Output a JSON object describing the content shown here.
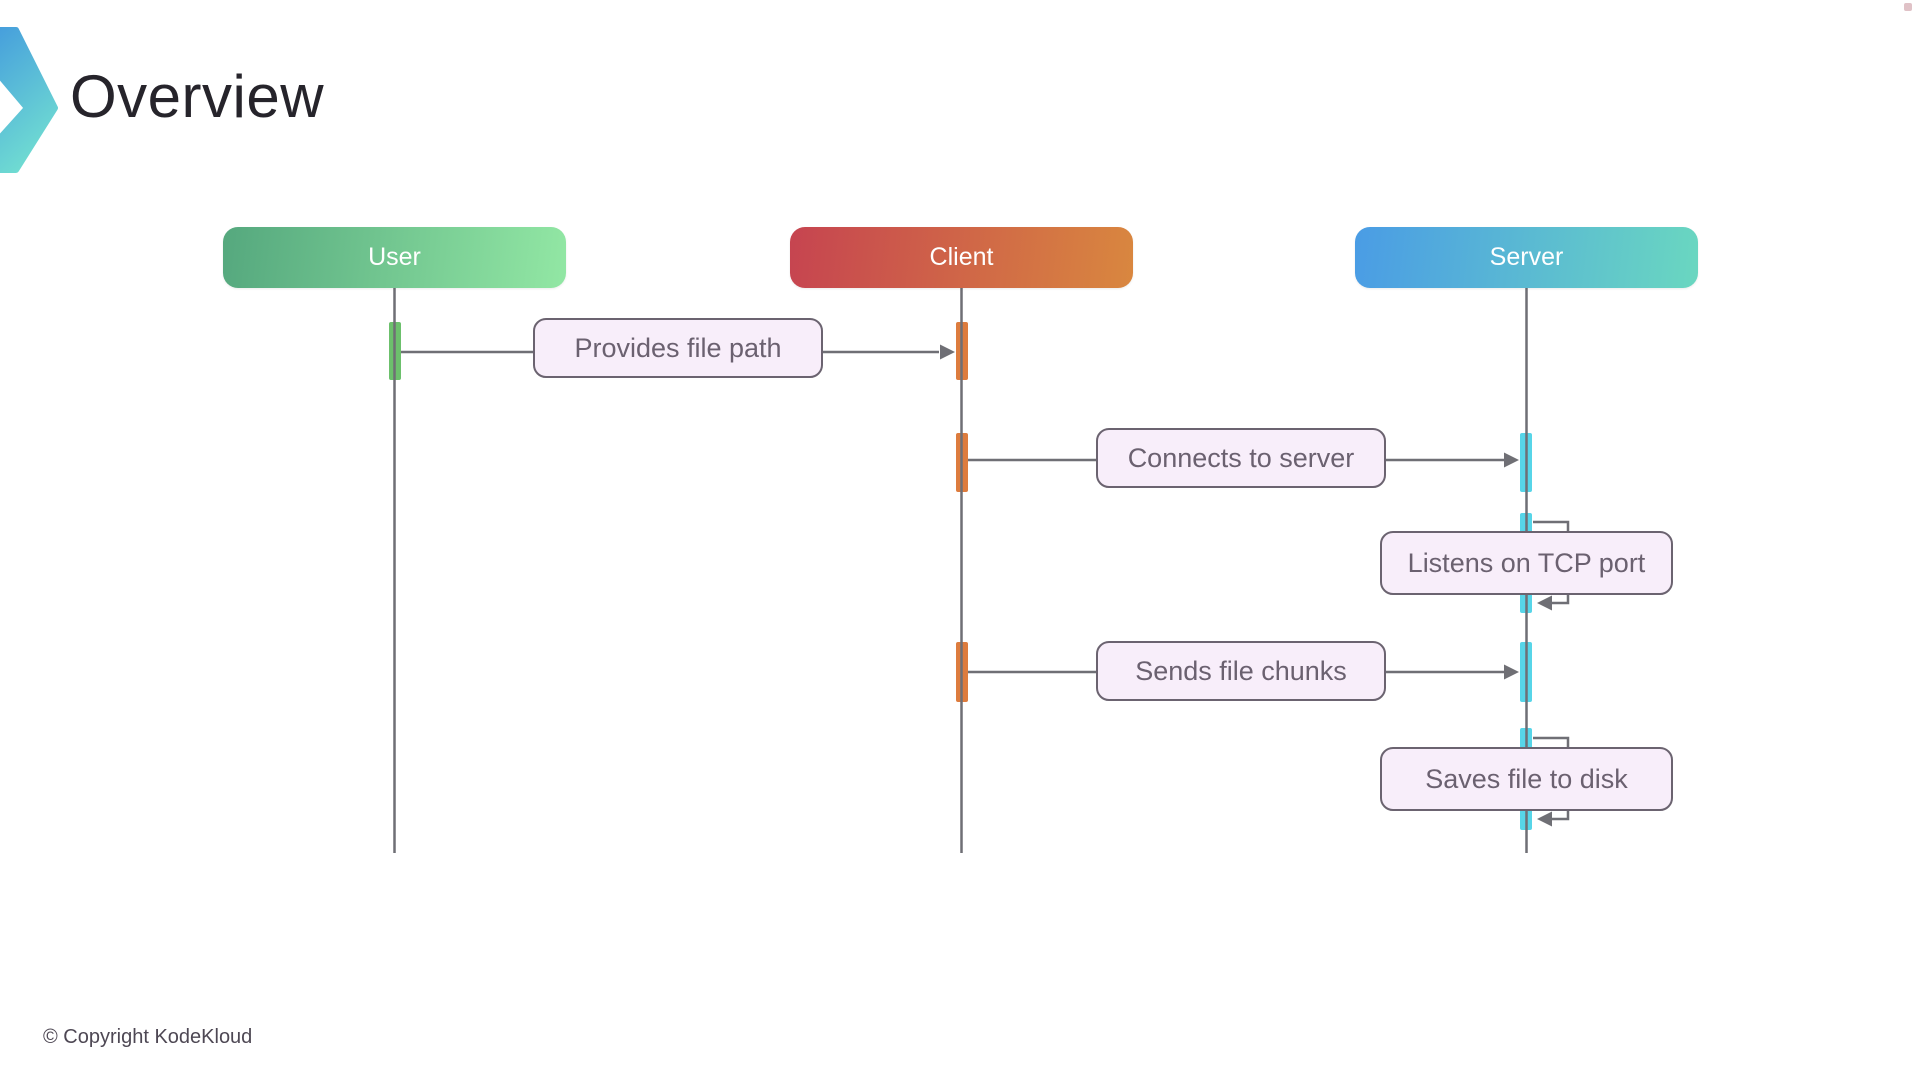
{
  "slide": {
    "title": "Overview",
    "copyright": "© Copyright KodeKloud"
  },
  "diagram": {
    "type": "sequence-diagram",
    "actors": [
      {
        "id": "user",
        "label": "User",
        "gradient": [
          "#55a87e",
          "#92e7a4"
        ],
        "activation_color": "#6cc06c"
      },
      {
        "id": "client",
        "label": "Client",
        "gradient": [
          "#c64450",
          "#d9873f"
        ],
        "activation_color": "#dd7c3e"
      },
      {
        "id": "server",
        "label": "Server",
        "gradient": [
          "#4a9ce5",
          "#6ad7c0"
        ],
        "activation_color": "#57d5e8"
      }
    ],
    "messages": [
      {
        "from": "user",
        "to": "client",
        "self": false,
        "label": "Provides file path"
      },
      {
        "from": "client",
        "to": "server",
        "self": false,
        "label": "Connects to server"
      },
      {
        "from": "server",
        "to": "server",
        "self": true,
        "label": "Listens on TCP port"
      },
      {
        "from": "client",
        "to": "server",
        "self": false,
        "label": "Sends file chunks"
      },
      {
        "from": "server",
        "to": "server",
        "self": true,
        "label": "Saves file to disk"
      }
    ],
    "colors": {
      "message_box_fill": "#f8eefa",
      "message_box_border": "#6b6370",
      "message_text": "#6b6170",
      "line": "#6f6f75",
      "title_text": "#26242b",
      "copyright_text": "#4e4854",
      "logo_gradient": [
        "#47a0dc",
        "#6fdbd2"
      ]
    }
  }
}
